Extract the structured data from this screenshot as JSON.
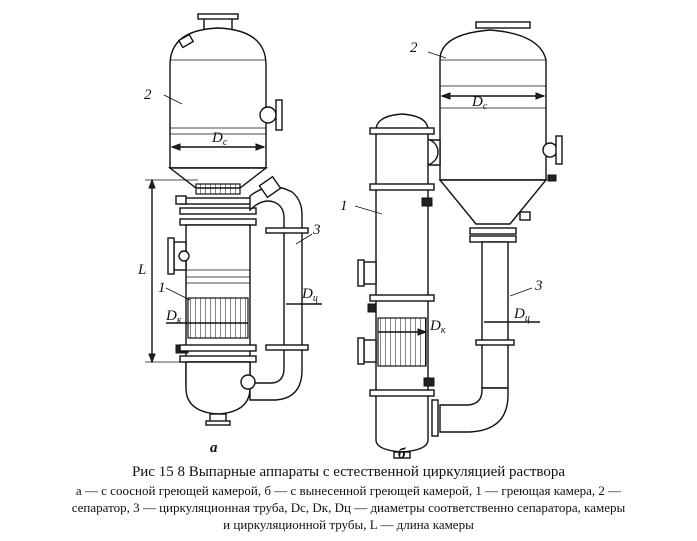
{
  "figure": {
    "labels": {
      "separator_num": "2",
      "heating_num": "1",
      "circ_num": "3",
      "length": "L",
      "dc": "D",
      "dc_sub": "c",
      "dk": "D",
      "dk_sub": "к",
      "dts": "D",
      "dts_sub": "ц",
      "variant_a": "а",
      "variant_b": "б"
    }
  },
  "caption": {
    "title": "Рис 15 8 Выпарные аппараты с естественной циркуляцией раствора",
    "legend_line1": "а — с соосной греющей камерой, б — с вынесенной греющей камерой, 1 — греющая камера, 2 —",
    "legend_line2": "сепаратор, 3 — циркуляционная труба, Dc, Dк, Dц — диаметры соответственно сепаратора, камеры",
    "legend_line3": "и циркуляционной трубы, L — длина камеры"
  }
}
